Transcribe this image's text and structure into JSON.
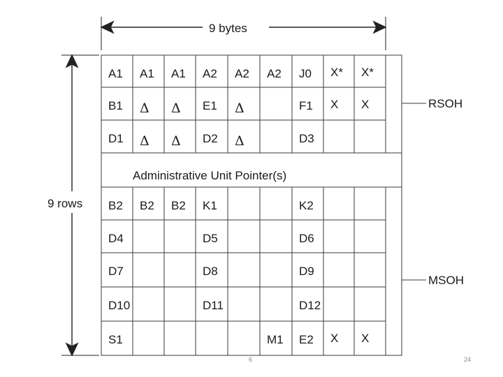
{
  "width_label": "9 bytes",
  "height_label": "9 rows",
  "rsoh_label": "RSOH",
  "msoh_label": "MSOH",
  "pointer_label": "Administrative Unit Pointer(s)",
  "rows": [
    [
      "A1",
      "A1",
      "A1",
      "A2",
      "A2",
      "A2",
      "J0",
      "X*",
      "X*"
    ],
    [
      "B1",
      "Δ",
      "Δ",
      "E1",
      "Δ",
      "",
      "F1",
      "X",
      "X"
    ],
    [
      "D1",
      "Δ",
      "Δ",
      "D2",
      "Δ",
      "",
      "D3",
      "",
      ""
    ],
    [
      "B2",
      "B2",
      "B2",
      "K1",
      "",
      "",
      "K2",
      "",
      ""
    ],
    [
      "D4",
      "",
      "",
      "D5",
      "",
      "",
      "D6",
      "",
      ""
    ],
    [
      "D7",
      "",
      "",
      "D8",
      "",
      "",
      "D9",
      "",
      ""
    ],
    [
      "D10",
      "",
      "",
      "D11",
      "",
      "",
      "D12",
      "",
      ""
    ],
    [
      "S1",
      "",
      "",
      "",
      "",
      "M1",
      "E2",
      "X",
      "X"
    ]
  ],
  "footer_left": "6",
  "footer_right": "24"
}
